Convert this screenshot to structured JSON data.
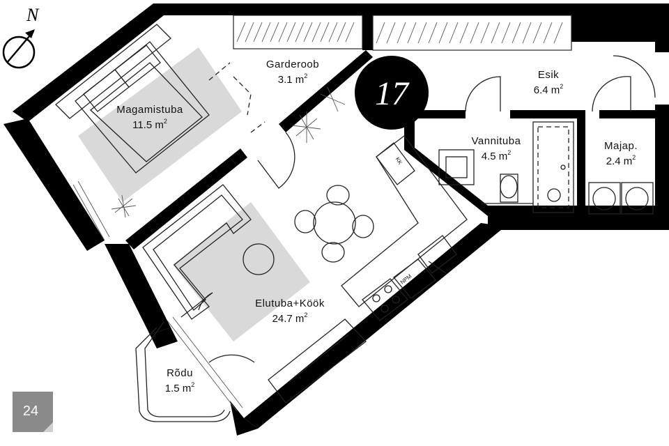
{
  "compass": {
    "label": "N",
    "icon": "compass-arrow-icon"
  },
  "apartment": {
    "number": "17"
  },
  "page_badge": {
    "text": "24"
  },
  "rooms": {
    "magamistuba": {
      "name": "Magamistuba",
      "area": "11.5 m",
      "sup": "2"
    },
    "garderoob": {
      "name": "Garderoob",
      "area": "3.1 m",
      "sup": "2"
    },
    "esik": {
      "name": "Esik",
      "area": "6.4 m",
      "sup": "2"
    },
    "vannituba": {
      "name": "Vannituba",
      "area": "4.5 m",
      "sup": "2"
    },
    "majap": {
      "name": "Majap.",
      "area": "2.4 m",
      "sup": "2"
    },
    "elutuba": {
      "name": "Elutuba+Köök",
      "area": "24.7 m",
      "sup": "2"
    },
    "rodu": {
      "name": "Rõdu",
      "area": "1.5 m",
      "sup": "2"
    }
  },
  "fixtures": {
    "kk": "KK",
    "npm": "NPM"
  },
  "colors": {
    "wall": "#000000",
    "rug": "#d9d9d9",
    "badge": "#8a8a8a"
  }
}
